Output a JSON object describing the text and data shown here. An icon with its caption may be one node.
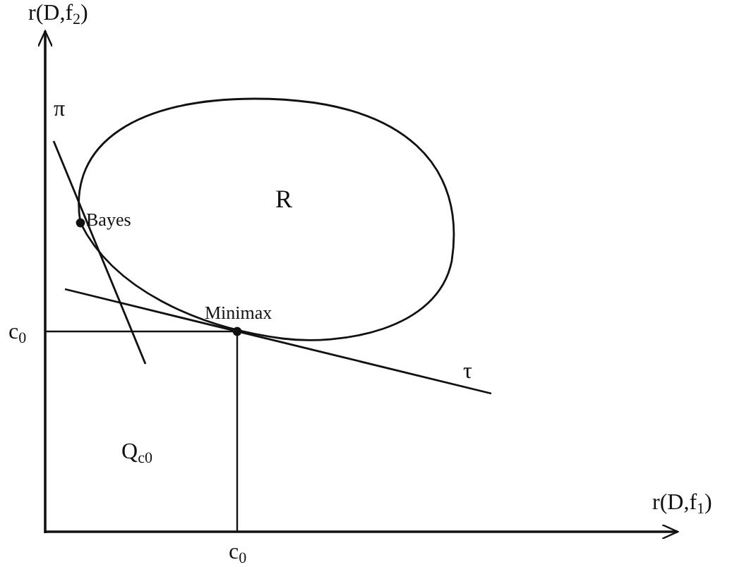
{
  "diagram": {
    "nodes": [
      {
        "text": [
          "R"
        ]
      }
    ],
    "labels": [
      "r(D,f$_{2}$)",
      "π",
      "Bayes",
      "Minimax",
      "c$_{0}$",
      "τ",
      "Q$_{c0}$",
      "r(D,f$_{1}$)",
      "c$_{0}$"
    ]
  }
}
